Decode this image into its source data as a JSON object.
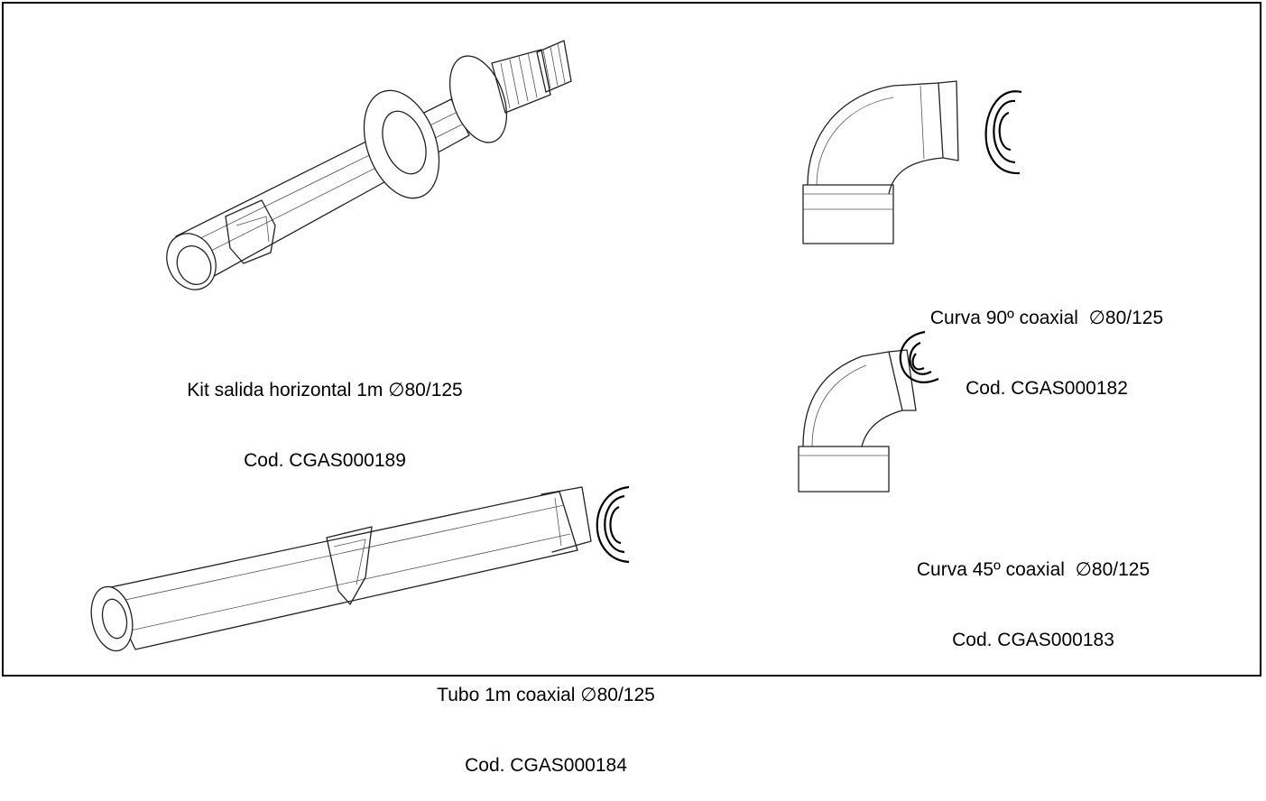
{
  "products": [
    {
      "name": "Kit salida horizontal 1m ∅80/125",
      "code": "Cod. CGAS000189",
      "icon": "horizontal-outlet-kit-drawing"
    },
    {
      "name": "Curva 90º coaxial  ∅80/125",
      "code": "Cod. CGAS000182",
      "icon": "elbow-90-drawing"
    },
    {
      "name": "Curva 45º coaxial  ∅80/125",
      "code": "Cod. CGAS000183",
      "icon": "elbow-45-drawing"
    },
    {
      "name": "Tubo 1m coaxial ∅80/125",
      "code": "Cod. CGAS000184",
      "icon": "coaxial-pipe-drawing"
    }
  ],
  "marks": {
    "ce": "C"
  },
  "colors": {
    "line": "#222222",
    "background": "#ffffff"
  }
}
